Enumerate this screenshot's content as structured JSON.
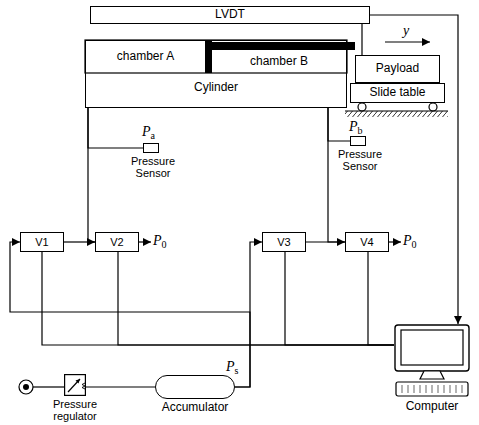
{
  "diagram": {
    "nodes": [
      {
        "text": [
          "LVDT"
        ]
      },
      {
        "text": [
          "Cylinder"
        ]
      },
      {
        "text": [
          "chamber A"
        ],
        "in": 1
      },
      {
        "text": [
          "chamber B"
        ],
        "in": 1
      },
      {
        "text": [
          "Payload"
        ]
      },
      {
        "text": [
          "Slide table"
        ]
      },
      {
        "text": [
          "Pressure Sensor"
        ]
      },
      {
        "text": [
          "Pressure Sensor"
        ]
      },
      {
        "text": [
          "V1"
        ]
      },
      {
        "text": [
          "V2"
        ]
      },
      {
        "text": [
          "V3"
        ]
      },
      {
        "text": [
          "V4"
        ]
      },
      {
        "text": [
          "Pressure regulator"
        ]
      },
      {
        "text": [
          "Accumulator"
        ]
      },
      {
        "text": [
          "Computer"
        ]
      }
    ],
    "edges": [
      {
        "from": 0,
        "to": 4,
        "arrow": "none"
      },
      {
        "from": 0,
        "to": 14,
        "arrow": "to"
      },
      {
        "from": 1,
        "to": 9,
        "arrow": "none"
      },
      {
        "from": 8,
        "to": 9,
        "arrow": "to"
      },
      {
        "from": 1,
        "to": 11,
        "arrow": "none"
      },
      {
        "from": 10,
        "to": 11,
        "arrow": "to"
      },
      {
        "from": 6,
        "to": 1,
        "arrow": "none"
      },
      {
        "from": 7,
        "to": 1,
        "arrow": "none"
      },
      {
        "from": 13,
        "to": 8,
        "arrow": "to"
      },
      {
        "from": 13,
        "to": 10,
        "arrow": "to"
      },
      {
        "from": 12,
        "to": 13,
        "arrow": "none"
      },
      {
        "from": 14,
        "to": 8,
        "arrow": "none"
      },
      {
        "from": 14,
        "to": 9,
        "arrow": "none"
      },
      {
        "from": 14,
        "to": 10,
        "arrow": "none"
      },
      {
        "from": 14,
        "to": 11,
        "arrow": "none"
      }
    ],
    "labels": [
      "y",
      "Pa",
      "Pb",
      "P0",
      "P0",
      "Ps"
    ]
  }
}
